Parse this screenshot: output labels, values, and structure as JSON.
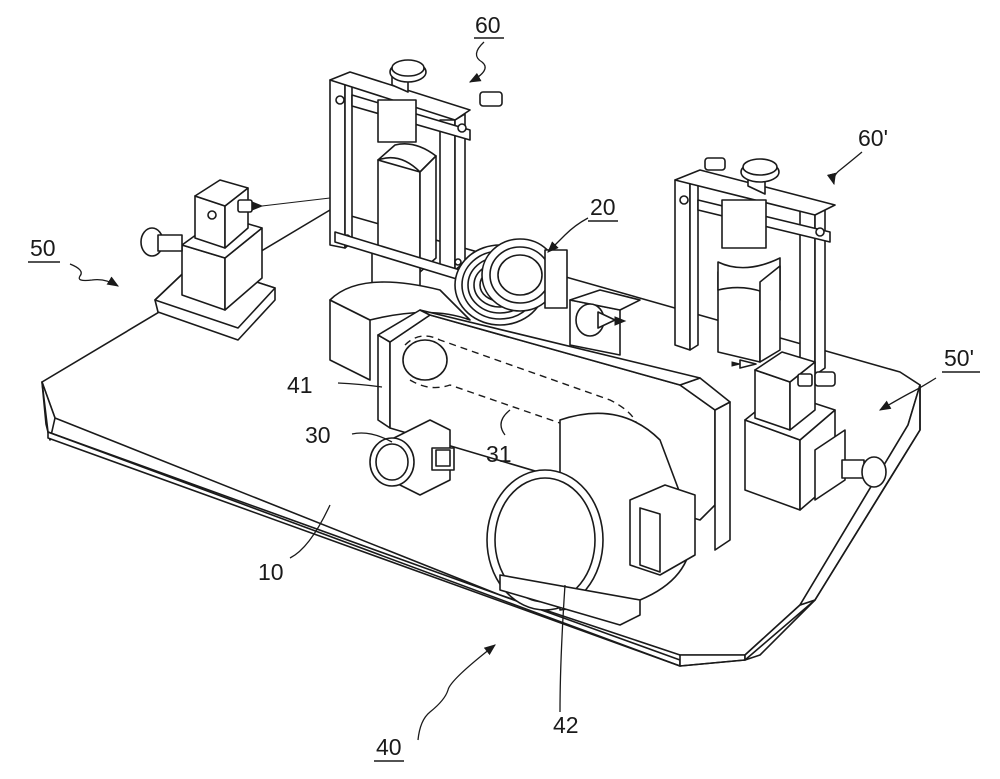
{
  "figure": {
    "labels": {
      "base_plate": "10",
      "spindle": "20",
      "small_motor": "30",
      "belt": "31",
      "drive_assembly": "40",
      "belt_cover": "41",
      "main_motor": "42",
      "left_center_support": "50",
      "right_center_support": "50'",
      "left_clamp": "60",
      "right_clamp": "60'"
    }
  }
}
